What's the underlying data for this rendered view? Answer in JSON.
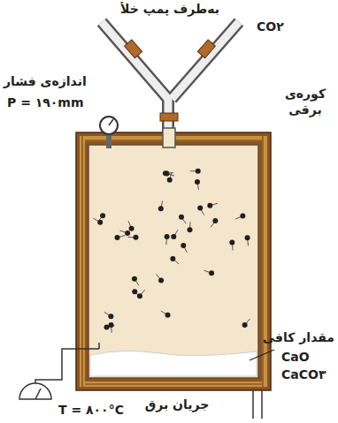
{
  "diagram": {
    "labels": [
      "به‌طرف پمپ خلأ",
      "CO۲",
      "اندازه‌ی فشار",
      "P = ۱۹۰mm",
      "کوره‌ی برقی",
      "مقدار کافی",
      "CaO",
      "CaCO۳",
      "جریان برق",
      "T = ۸۰۰°C"
    ]
  }
}
